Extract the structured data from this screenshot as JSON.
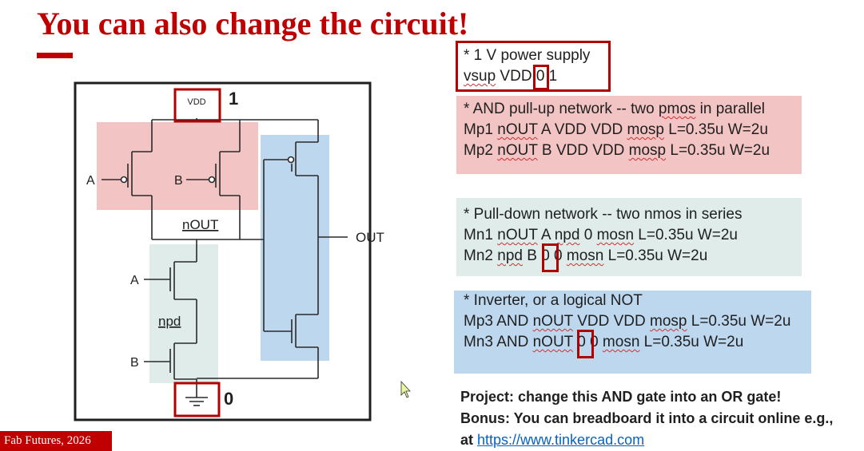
{
  "slide": {
    "title": "You can also change the circuit!",
    "footer": "Fab Futures, 2026"
  },
  "schematic": {
    "vdd_label": "VDD",
    "vdd_value": "1",
    "gnd_value": "0",
    "input_a_top": "A",
    "input_b_top": "B",
    "input_a_bottom": "A",
    "input_b_bottom": "B",
    "node_nout": "nOUT",
    "node_npd": "npd",
    "output_label": "OUT"
  },
  "netlist": {
    "supply": {
      "comment": "* 1 V power supply",
      "line": [
        "vsup",
        " VDD ",
        "0",
        " 1"
      ]
    },
    "pullup": {
      "comment": [
        "* AND pull-up network -- two ",
        "pmos",
        " in parallel"
      ],
      "lines": [
        [
          "Mp1 ",
          "nOUT",
          " A VDD VDD ",
          "mosp",
          " L=0.35u W=2u"
        ],
        [
          "Mp2 ",
          "nOUT",
          " B VDD VDD ",
          "mosp",
          " L=0.35u W=2u"
        ]
      ]
    },
    "pulldown": {
      "comment": "* Pull-down network -- two nmos in series",
      "lines": [
        [
          "Mn1 ",
          "nOUT",
          " A ",
          "npd",
          " 0 ",
          "mosn",
          " L=0.35u W=2u"
        ],
        [
          "Mn2 ",
          "npd",
          " B ",
          "0",
          " 0 ",
          "mosn",
          " L=0.35u W=2u"
        ]
      ]
    },
    "inverter": {
      "comment": "* Inverter, or a logical NOT",
      "lines": [
        [
          "Mp3 AND ",
          "nOUT",
          " VDD VDD ",
          "mosp",
          " L=0.35u W=2u"
        ],
        [
          "Mn3 AND ",
          "nOUT",
          " ",
          "0",
          " 0 ",
          "mosn",
          " L=0.35u W=2u"
        ]
      ]
    }
  },
  "project": {
    "line1": "Project: change this AND gate into an OR gate!",
    "line2": "Bonus: You can breadboard it into a circuit online e.g.,",
    "line3_prefix": "at ",
    "link": "https://www.tinkercad.com"
  },
  "colors": {
    "accent_red": "#c00000",
    "pullup_bg": "#f2c4c4",
    "pulldown_bg": "#dfecea",
    "inverter_bg": "#bdd7ee",
    "link": "#0563c1"
  }
}
